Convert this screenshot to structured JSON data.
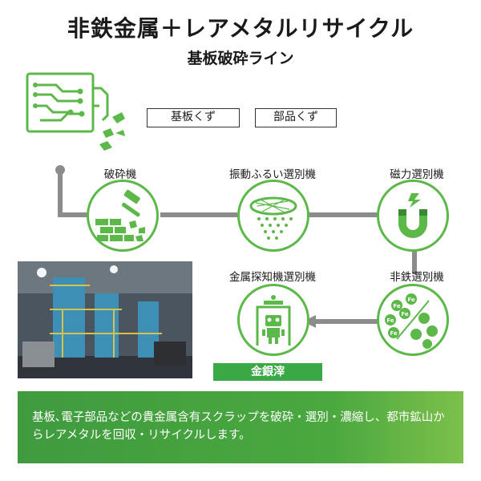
{
  "header": {
    "title": "非鉄金属＋レアメタルリサイクル",
    "subtitle": "基板破砕ライン"
  },
  "inputs": [
    "基板くず",
    "部品くず"
  ],
  "process": {
    "crushing": "破砕機",
    "vibrating_screen": "振動ふるい選別機",
    "magnetic_separator": "磁力選別機",
    "nonferrous_separator": "非鉄選別機",
    "metal_detector_separator": "金属探知機選別機"
  },
  "icon_text": {
    "fe": "Fe"
  },
  "output": "金銀滓",
  "description": "基板､電子部品などの貴金属含有スクラップを破砕・選別・濃縮し、都市鉱山からレアメタルを回収・リサイクルします。",
  "colors": {
    "accent_green": "#5db84a",
    "output_green": "#3aa845",
    "flow_gray": "#8c8c8c"
  },
  "icons": [
    "circuit-board-icon",
    "hammer-icon",
    "sieve-icon",
    "magnet-icon",
    "fe-particles-icon",
    "robot-scanner-icon"
  ]
}
